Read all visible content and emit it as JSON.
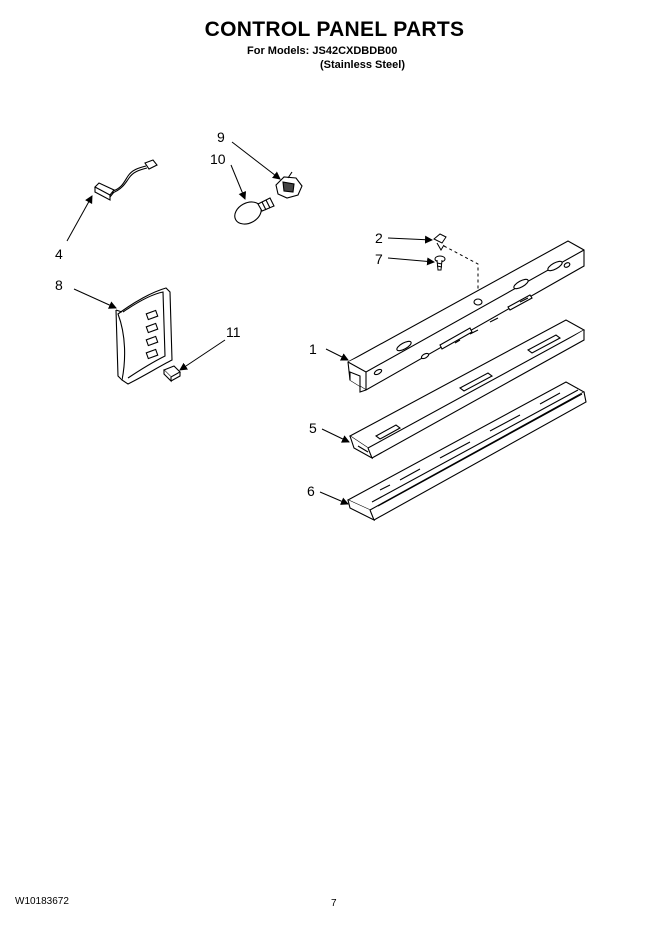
{
  "header": {
    "title": "CONTROL PANEL PARTS",
    "models_line": "For Models: JS42CXDBDB00",
    "variant_line": "(Stainless Steel)"
  },
  "callouts": [
    {
      "id": "c1",
      "label": "1"
    },
    {
      "id": "c2",
      "label": "2"
    },
    {
      "id": "c4",
      "label": "4"
    },
    {
      "id": "c5",
      "label": "5"
    },
    {
      "id": "c6",
      "label": "6"
    },
    {
      "id": "c7",
      "label": "7"
    },
    {
      "id": "c8",
      "label": "8"
    },
    {
      "id": "c9",
      "label": "9"
    },
    {
      "id": "c10",
      "label": "10"
    },
    {
      "id": "c11",
      "label": "11"
    }
  ],
  "footer": {
    "doc_number": "W10183672",
    "page_number": "7"
  }
}
